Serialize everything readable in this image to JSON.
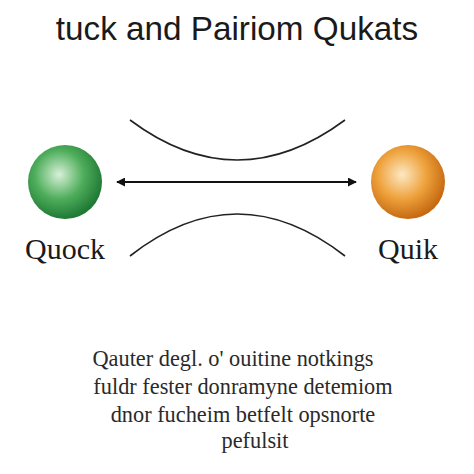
{
  "diagram": {
    "title": "tuck and Pairiom Qukats",
    "nodes": [
      {
        "text": [
          "Quock"
        ]
      },
      {
        "text": [
          "Quik"
        ]
      }
    ],
    "edges": [
      {
        "from": 0,
        "to": 1,
        "arrow": "both"
      }
    ],
    "labels": [
      "Qauter degl. o' ouitine notkings",
      "fuldr fester donramyne detemiom",
      "dnor fucheim betfelt opsnorte",
      "pefulsit"
    ]
  }
}
